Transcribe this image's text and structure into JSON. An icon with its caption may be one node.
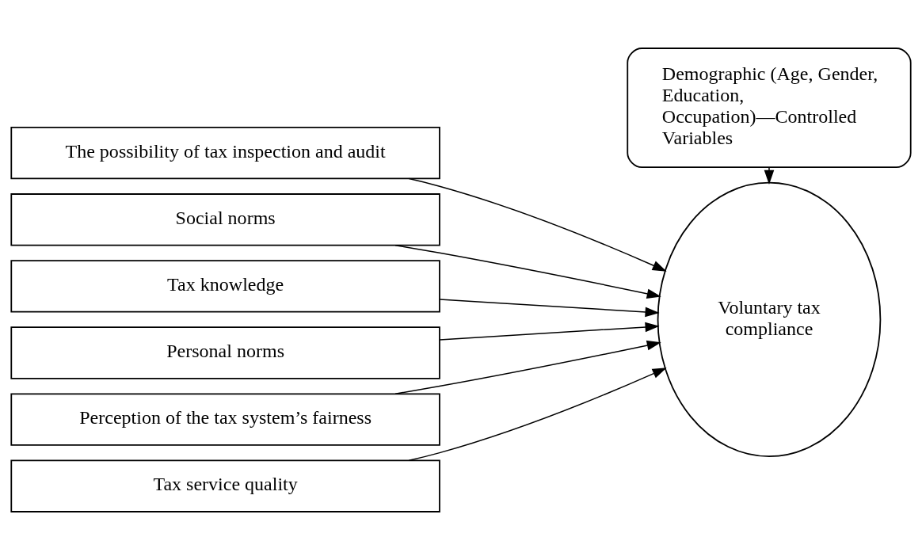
{
  "diagram": {
    "nodes": [
      {
        "text": [
          "The possibility of tax inspection and audit"
        ]
      },
      {
        "text": [
          "Social norms"
        ]
      },
      {
        "text": [
          "Tax knowledge"
        ]
      },
      {
        "text": [
          "Personal norms"
        ]
      },
      {
        "text": [
          "Perception of the tax system’s fairness"
        ]
      },
      {
        "text": [
          "Tax service quality"
        ]
      },
      {
        "text": [
          "Voluntary tax compliance"
        ]
      },
      {
        "text": [
          "Demographic (Age, Gender, Education, Occupation)—Controlled Variables"
        ]
      }
    ],
    "edges": [
      {
        "from": 0,
        "to": 6,
        "arrow": "to"
      },
      {
        "from": 1,
        "to": 6,
        "arrow": "to"
      },
      {
        "from": 2,
        "to": 6,
        "arrow": "to"
      },
      {
        "from": 3,
        "to": 6,
        "arrow": "to"
      },
      {
        "from": 4,
        "to": 6,
        "arrow": "to"
      },
      {
        "from": 5,
        "to": 6,
        "arrow": "to"
      },
      {
        "from": 7,
        "to": 6,
        "arrow": "to"
      }
    ]
  }
}
